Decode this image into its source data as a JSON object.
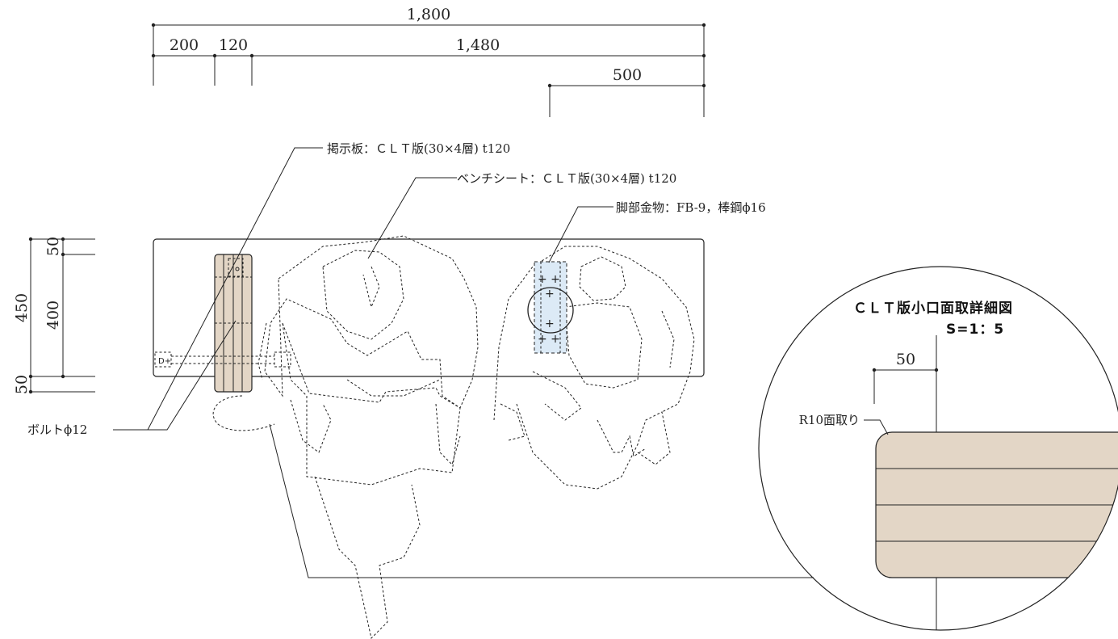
{
  "dimensions": {
    "total_width": "1,800",
    "seg_200": "200",
    "seg_120": "120",
    "seg_1480": "1,480",
    "leg_offset": "500",
    "height_450": "450",
    "height_400": "400",
    "top_50": "50",
    "bottom_50": "50"
  },
  "callouts": {
    "board": "掲示板：ＣＬＴ版(30×4層) t120",
    "bench": "ベンチシート：ＣＬＴ版(30×4層) t120",
    "leg": "脚部金物：FB-9，棒鋼ϕ16",
    "bolt": "ボルトϕ12"
  },
  "detail": {
    "title": "ＣＬＴ版小口面取詳細図",
    "scale": "S=1：5",
    "dim_50": "50",
    "chamfer_label": "R10面取り"
  },
  "colors": {
    "clt_wood": "#e3d6c6",
    "steel_blue": "#dceaf6",
    "line": "#222222"
  }
}
